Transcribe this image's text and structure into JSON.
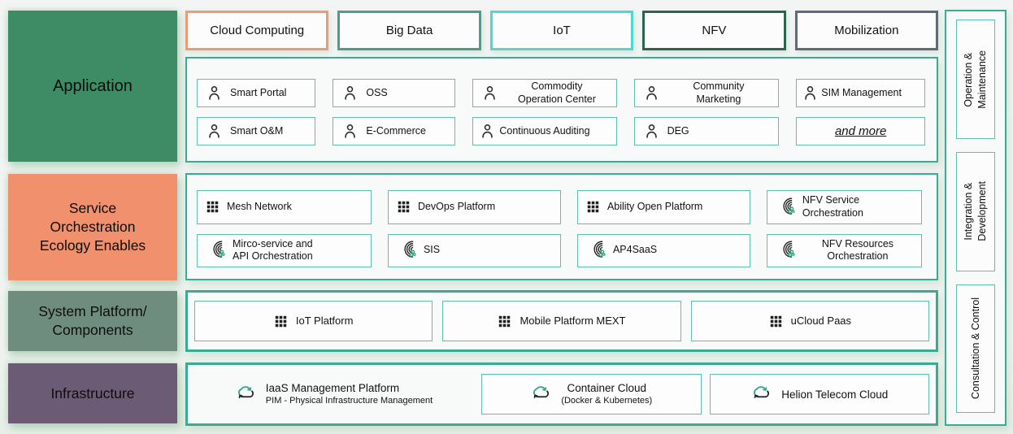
{
  "left_labels": [
    {
      "label": "Application",
      "color": "#3e8c65"
    },
    {
      "label": "Service\nOrchestration\nEcology Enables",
      "color": "#f0906c"
    },
    {
      "label": "System Platform/\nComponents",
      "color": "#6f8d7e"
    },
    {
      "label": "Infrastructure",
      "color": "#6b5b75"
    }
  ],
  "top_categories": [
    {
      "label": "Cloud Computing",
      "border": "#f09a72"
    },
    {
      "label": "Big Data",
      "border": "#4a9e8d"
    },
    {
      "label": "IoT",
      "border": "#4fd8cf"
    },
    {
      "label": "NFV",
      "border": "#2e6351"
    },
    {
      "label": "Mobilization",
      "border": "#5d6b7c"
    }
  ],
  "application": {
    "items": [
      {
        "label": "Smart Portal",
        "icon": "person"
      },
      {
        "label": "OSS",
        "icon": "person"
      },
      {
        "label": "Commodity\nOperation Center",
        "icon": "person"
      },
      {
        "label": "Community\nMarketing",
        "icon": "person"
      },
      {
        "label": "SIM Management",
        "icon": "person"
      },
      {
        "label": "Smart O&M",
        "icon": "person"
      },
      {
        "label": "E-Commerce",
        "icon": "person"
      },
      {
        "label": "Continuous Auditing",
        "icon": "person"
      },
      {
        "label": "DEG",
        "icon": "person"
      },
      {
        "label": "and more",
        "icon": "none"
      }
    ]
  },
  "service": {
    "items": [
      {
        "label": "Mesh Network",
        "icon": "grid"
      },
      {
        "label": "DevOps Platform",
        "icon": "grid"
      },
      {
        "label": "Ability Open Platform",
        "icon": "grid"
      },
      {
        "label": "NFV Service\nOrchestration",
        "icon": "orchestration"
      },
      {
        "label": "Mirco-service and\nAPI Orchestration",
        "icon": "orchestration"
      },
      {
        "label": "SIS",
        "icon": "orchestration"
      },
      {
        "label": "AP4SaaS",
        "icon": "orchestration"
      },
      {
        "label": "NFV Resources\nOrchestration",
        "icon": "orchestration"
      }
    ]
  },
  "system": {
    "items": [
      {
        "label": "IoT Platform",
        "icon": "grid"
      },
      {
        "label": "Mobile Platform MEXT",
        "icon": "grid"
      },
      {
        "label": "uCloud Paas",
        "icon": "grid"
      }
    ]
  },
  "infrastructure": {
    "items": [
      {
        "title": "IaaS Management Platform",
        "subtitle": "PIM - Physical Infrastructure Management",
        "icon": "cloud"
      },
      {
        "title": "Container Cloud",
        "subtitle": "(Docker & Kubernetes)",
        "icon": "cloud"
      },
      {
        "title": "Helion Telecom Cloud",
        "subtitle": "",
        "icon": "cloud"
      }
    ]
  },
  "right_rail": {
    "items": [
      {
        "label": "Operation &\nMaintenance"
      },
      {
        "label": "Integration &\nDevelopment"
      },
      {
        "label": "Consultation & Control"
      }
    ]
  },
  "colors": {
    "teal": "#3aab92",
    "teal-light": "#5cc2ac",
    "accent-green": "#2fa97d"
  }
}
